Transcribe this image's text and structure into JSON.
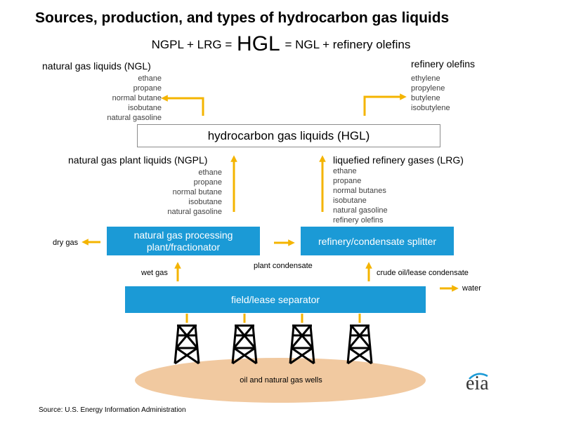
{
  "title": "Sources, production, and types of hydrocarbon gas liquids",
  "equation": {
    "left": "NGPL + LRG =",
    "center": "HGL",
    "right": "= NGL + refinery olefins"
  },
  "ngl": {
    "header": "natural gas liquids (NGL)",
    "items": [
      "ethane",
      "propane",
      "normal butane",
      "isobutane",
      "natural gasoline"
    ]
  },
  "olefins": {
    "header": "refinery olefins",
    "items": [
      "ethylene",
      "propylene",
      "butylene",
      "isobutylene"
    ]
  },
  "hgl_box": "hydrocarbon gas liquids (HGL)",
  "ngpl": {
    "header": "natural gas plant liquids (NGPL)",
    "items": [
      "ethane",
      "propane",
      "normal butane",
      "isobutane",
      "natural gasoline"
    ]
  },
  "lrg": {
    "header": "liquefied refinery gases (LRG)",
    "items": [
      "ethane",
      "propane",
      "normal butanes",
      "isobutane",
      "natural gasoline",
      "refinery olefins"
    ]
  },
  "processing_box": "natural gas processing plant/fractionator",
  "refinery_box": "refinery/condensate splitter",
  "field_box": "field/lease separator",
  "labels": {
    "dry_gas": "dry gas",
    "wet_gas": "wet gas",
    "plant_condensate": "plant condensate",
    "crude_oil": "crude oil/lease condensate",
    "water": "water"
  },
  "wells_label": "oil and natural gas wells",
  "source": "Source: U.S. Energy Information  Administration",
  "logo_text": "eia",
  "colors": {
    "arrow": "#f4b400",
    "box_blue": "#1b9ad6",
    "ground": "#f1c9a0",
    "derrick": "#000000"
  }
}
